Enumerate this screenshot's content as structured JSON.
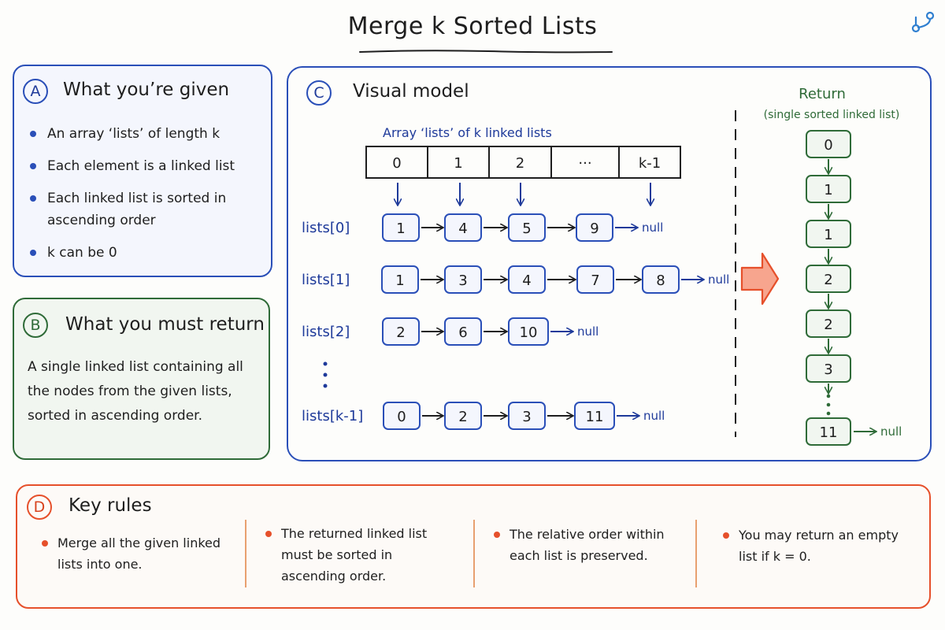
{
  "title": "Merge k Sorted Lists",
  "colors": {
    "blue": "#2a4fb8",
    "navy": "#1e3a9a",
    "green": "#2f6b38",
    "orange": "#e6502b",
    "salmon": "#f7a58e"
  },
  "corner_icon": "git-branch-icon",
  "panel_a": {
    "badge": "A",
    "title": "What you’re given",
    "bullets": [
      "An array ‘lists’ of length k",
      "Each element is a linked list",
      "Each linked list is sorted in ascending order",
      "k can be 0"
    ]
  },
  "panel_b": {
    "badge": "B",
    "title": "What you must return",
    "text": "A single linked list containing all the nodes from the given lists, sorted in ascending order."
  },
  "panel_c": {
    "badge": "C",
    "title": "Visual model",
    "array_label": "Array ‘lists’ of k linked lists",
    "array_cells": [
      "0",
      "1",
      "2",
      "···",
      "k-1"
    ],
    "null_label": "null",
    "lists": [
      {
        "label": "lists[0]",
        "values": [
          "1",
          "4",
          "5",
          "9"
        ]
      },
      {
        "label": "lists[1]",
        "values": [
          "1",
          "3",
          "4",
          "7",
          "8"
        ]
      },
      {
        "label": "lists[2]",
        "values": [
          "2",
          "6",
          "10"
        ]
      },
      {
        "label": "lists[k-1]",
        "values": [
          "0",
          "2",
          "3",
          "11"
        ]
      }
    ],
    "return_title": "Return",
    "return_subtitle": "(single sorted linked list)",
    "return_values": [
      "0",
      "1",
      "1",
      "2",
      "2",
      "3",
      "11"
    ]
  },
  "panel_d": {
    "badge": "D",
    "title": "Key rules",
    "rules": [
      "Merge all the given linked lists into one.",
      "The returned linked list must be sorted in ascending order.",
      "The relative order within each list is preserved.",
      "You may return an empty list if k = 0."
    ]
  }
}
